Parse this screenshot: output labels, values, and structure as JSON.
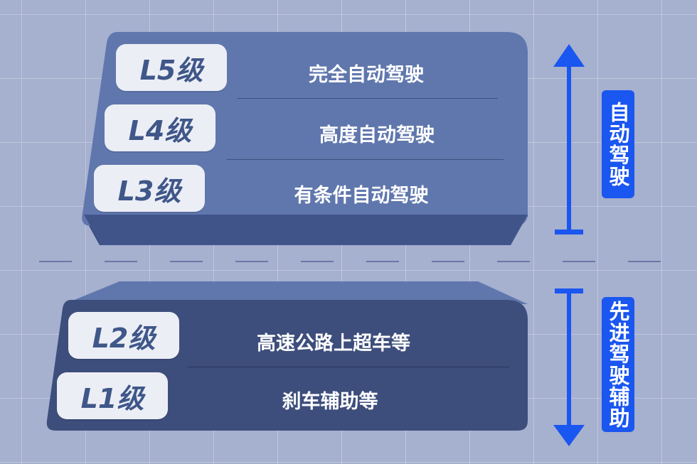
{
  "autonomous_block": {
    "levels": [
      {
        "level": "L5级",
        "description": "完全自动驾驶"
      },
      {
        "level": "L4级",
        "description": "高度自动驾驶"
      },
      {
        "level": "L3级",
        "description": "有条件自动驾驶"
      }
    ]
  },
  "assist_block": {
    "levels": [
      {
        "level": "L2级",
        "description": "高速公路上超车等"
      },
      {
        "level": "L1级",
        "description": "刹车辅助等"
      }
    ]
  },
  "side_labels": {
    "top": "自动驾驶",
    "bottom": "先进驾驶辅助"
  },
  "colors": {
    "background": "#a6b0cf",
    "upper_block": "#6077ad",
    "lower_block": "#3d4e7c",
    "badge": "#eceef5",
    "badge_text": "#3f5789",
    "accent_blue": "#1a56f0"
  }
}
